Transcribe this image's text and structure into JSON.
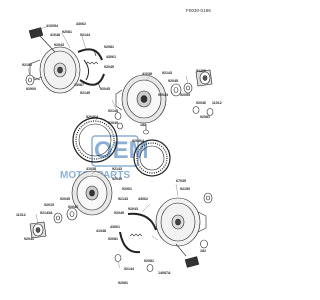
{
  "diagram": {
    "reference_code": "F0030-0186",
    "watermark": {
      "text": "OEM",
      "subtext": "MOTORPARTS"
    },
    "part_labels": {
      "p410054": "410054",
      "p43062_top": "43062",
      "p92081_top": "92081",
      "p41048_top": "41048",
      "p92043_top": "92043",
      "p92144_top": "92144",
      "p92081_top2": "92081",
      "p43061_top": "43061",
      "p92150_top": "92150",
      "p92900_top": "92900",
      "p92145_top": "92145",
      "p14087_top": "14087",
      "p92045_top": "92045",
      "p92049_top": "92049",
      "p41038_top": "41038",
      "p92143_top": "92143",
      "p92045_top2": "92045",
      "p92055_top": "92055",
      "p92043_top2": "92043",
      "p92200": "92200",
      "p92046_top": "92046",
      "p11012_top": "11012",
      "p92081_top3": "92081",
      "p92143_mid": "92143",
      "p92049_mid": "92049",
      "p820464_top": "820464",
      "p182_top": "182",
      "p820464_mid": "820464",
      "p41038_bot": "41038",
      "p92143_bot": "92143",
      "p92049_bot": "92049",
      "p92001": "92001",
      "p67035": "67035",
      "p92150_bot": "92150",
      "p92015": "92015",
      "p92045_bot": "92045",
      "p92046_bot": "92046",
      "p92043_bot": "92043",
      "p43062_bot": "43062",
      "p92143_bot2": "92143",
      "p92049_bot2": "92049",
      "p92143a": "92143A",
      "p11012_bot": "11012",
      "p41048_bot": "41048",
      "p43061_bot": "43061",
      "p92081_bot": "92081",
      "p92081_bot2": "92081",
      "p92144_bot": "92144",
      "p14087a": "14087A",
      "p182_bot": "182",
      "p92041": "92041",
      "p92081_bot3": "92081"
    }
  }
}
